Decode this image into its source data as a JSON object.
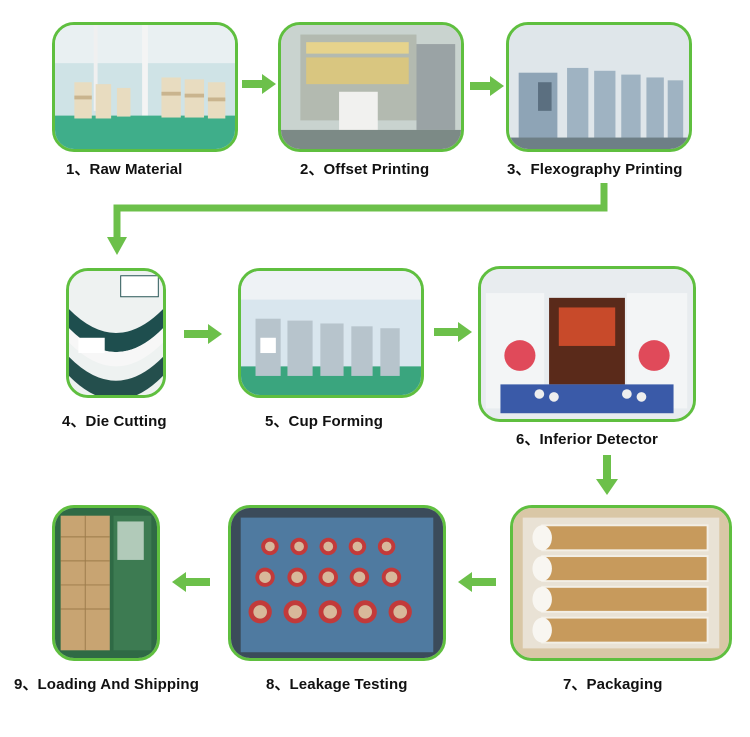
{
  "colors": {
    "frame": "#5fbf3f",
    "arrow": "#6cc04a",
    "label": "#111111"
  },
  "steps": [
    {
      "id": 1,
      "label": "1、Raw Material",
      "photo": "warehouse-paper-rolls"
    },
    {
      "id": 2,
      "label": "2、Offset Printing",
      "photo": "offset-printing-machine"
    },
    {
      "id": 3,
      "label": "3、Flexography Printing",
      "photo": "flexography-printing-line"
    },
    {
      "id": 4,
      "label": "4、Die Cutting",
      "photo": "die-cut-paper-sheets"
    },
    {
      "id": 5,
      "label": "5、Cup Forming",
      "photo": "cup-forming-machines"
    },
    {
      "id": 6,
      "label": "6、Inferior Detector",
      "photo": "inspection-machine"
    },
    {
      "id": 7,
      "label": "7、Packaging",
      "photo": "packed-cup-stacks"
    },
    {
      "id": 8,
      "label": "8、Leakage Testing",
      "photo": "cups-filled-on-tray"
    },
    {
      "id": 9,
      "label": "9、Loading And Shipping",
      "photo": "loaded-container"
    }
  ]
}
